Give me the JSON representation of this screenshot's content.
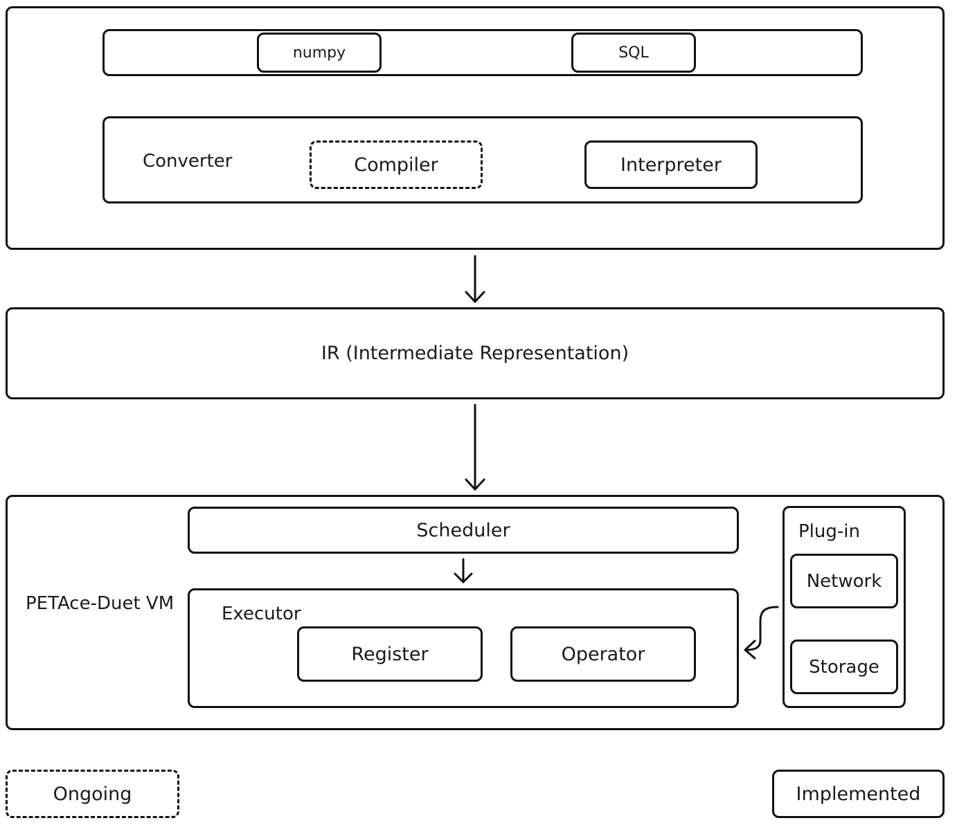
{
  "frontend": {
    "languages": {
      "numpy": "numpy",
      "sql": "SQL"
    },
    "converter": {
      "label": "Converter",
      "compiler": "Compiler",
      "interpreter": "Interpreter"
    }
  },
  "ir": {
    "label": "IR (Intermediate Representation)"
  },
  "vm": {
    "label": "PETAce-Duet VM",
    "scheduler": "Scheduler",
    "executor": {
      "label": "Executor",
      "register": "Register",
      "operator": "Operator"
    },
    "plugin": {
      "label": "Plug-in",
      "network": "Network",
      "storage": "Storage"
    }
  },
  "legend": {
    "ongoing": "Ongoing",
    "implemented": "Implemented"
  }
}
